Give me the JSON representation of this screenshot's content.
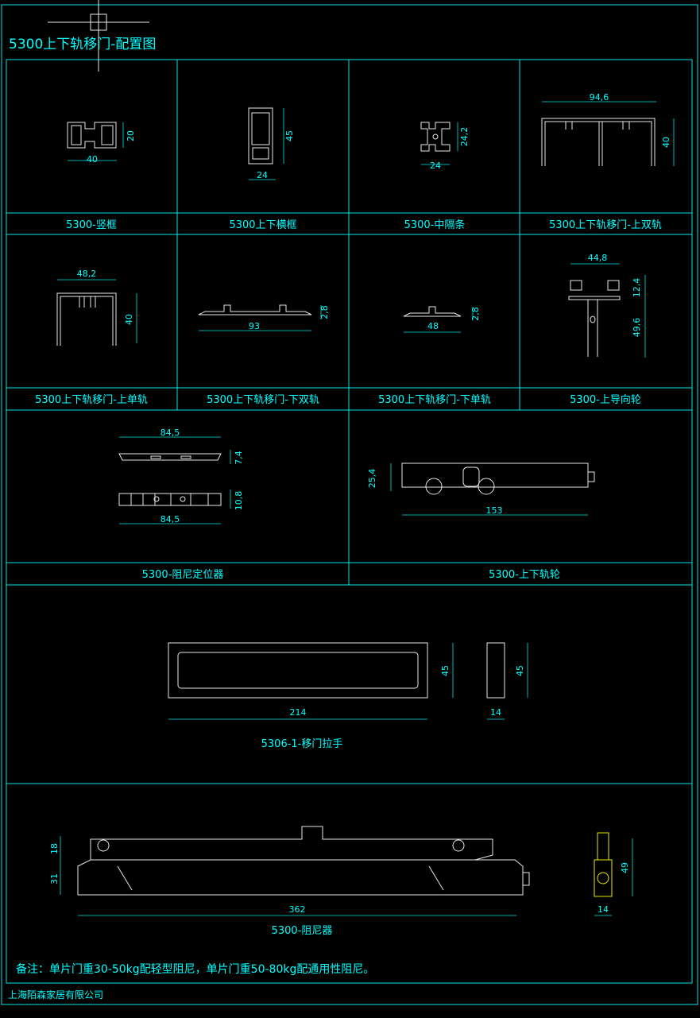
{
  "title": "5300上下轨移门-配置图",
  "parts": [
    {
      "label": "5300-竖框",
      "dims": [
        "40",
        "20"
      ]
    },
    {
      "label": "5300上下横框",
      "dims": [
        "24",
        "45"
      ]
    },
    {
      "label": "5300-中隔条",
      "dims": [
        "24",
        "24,2"
      ]
    },
    {
      "label": "5300上下轨移门-上双轨",
      "dims": [
        "94,6",
        "40"
      ]
    },
    {
      "label": "5300上下轨移门-上单轨",
      "dims": [
        "48,2",
        "40"
      ]
    },
    {
      "label": "5300上下轨移门-下双轨",
      "dims": [
        "93",
        "2,8"
      ]
    },
    {
      "label": "5300上下轨移门-下单轨",
      "dims": [
        "48",
        "2,8"
      ]
    },
    {
      "label": "5300-上导向轮",
      "dims": [
        "44,8",
        "12,4",
        "49,6"
      ]
    },
    {
      "label": "5300-阻尼定位器",
      "dims": [
        "84,5",
        "7,4",
        "10,8",
        "84,5"
      ]
    },
    {
      "label": "5300-上下轨轮",
      "dims": [
        "25,4",
        "153"
      ]
    },
    {
      "label": "5306-1-移门拉手",
      "dims": [
        "214",
        "45",
        "45",
        "14"
      ]
    },
    {
      "label": "5300-阻尼器",
      "dims": [
        "18",
        "31",
        "362",
        "49",
        "14"
      ]
    }
  ],
  "note": "备注：单片门重30-50kg配轻型阻尼，单片门重50-80kg配通用性阻尼。",
  "company": "上海陌森家居有限公司"
}
